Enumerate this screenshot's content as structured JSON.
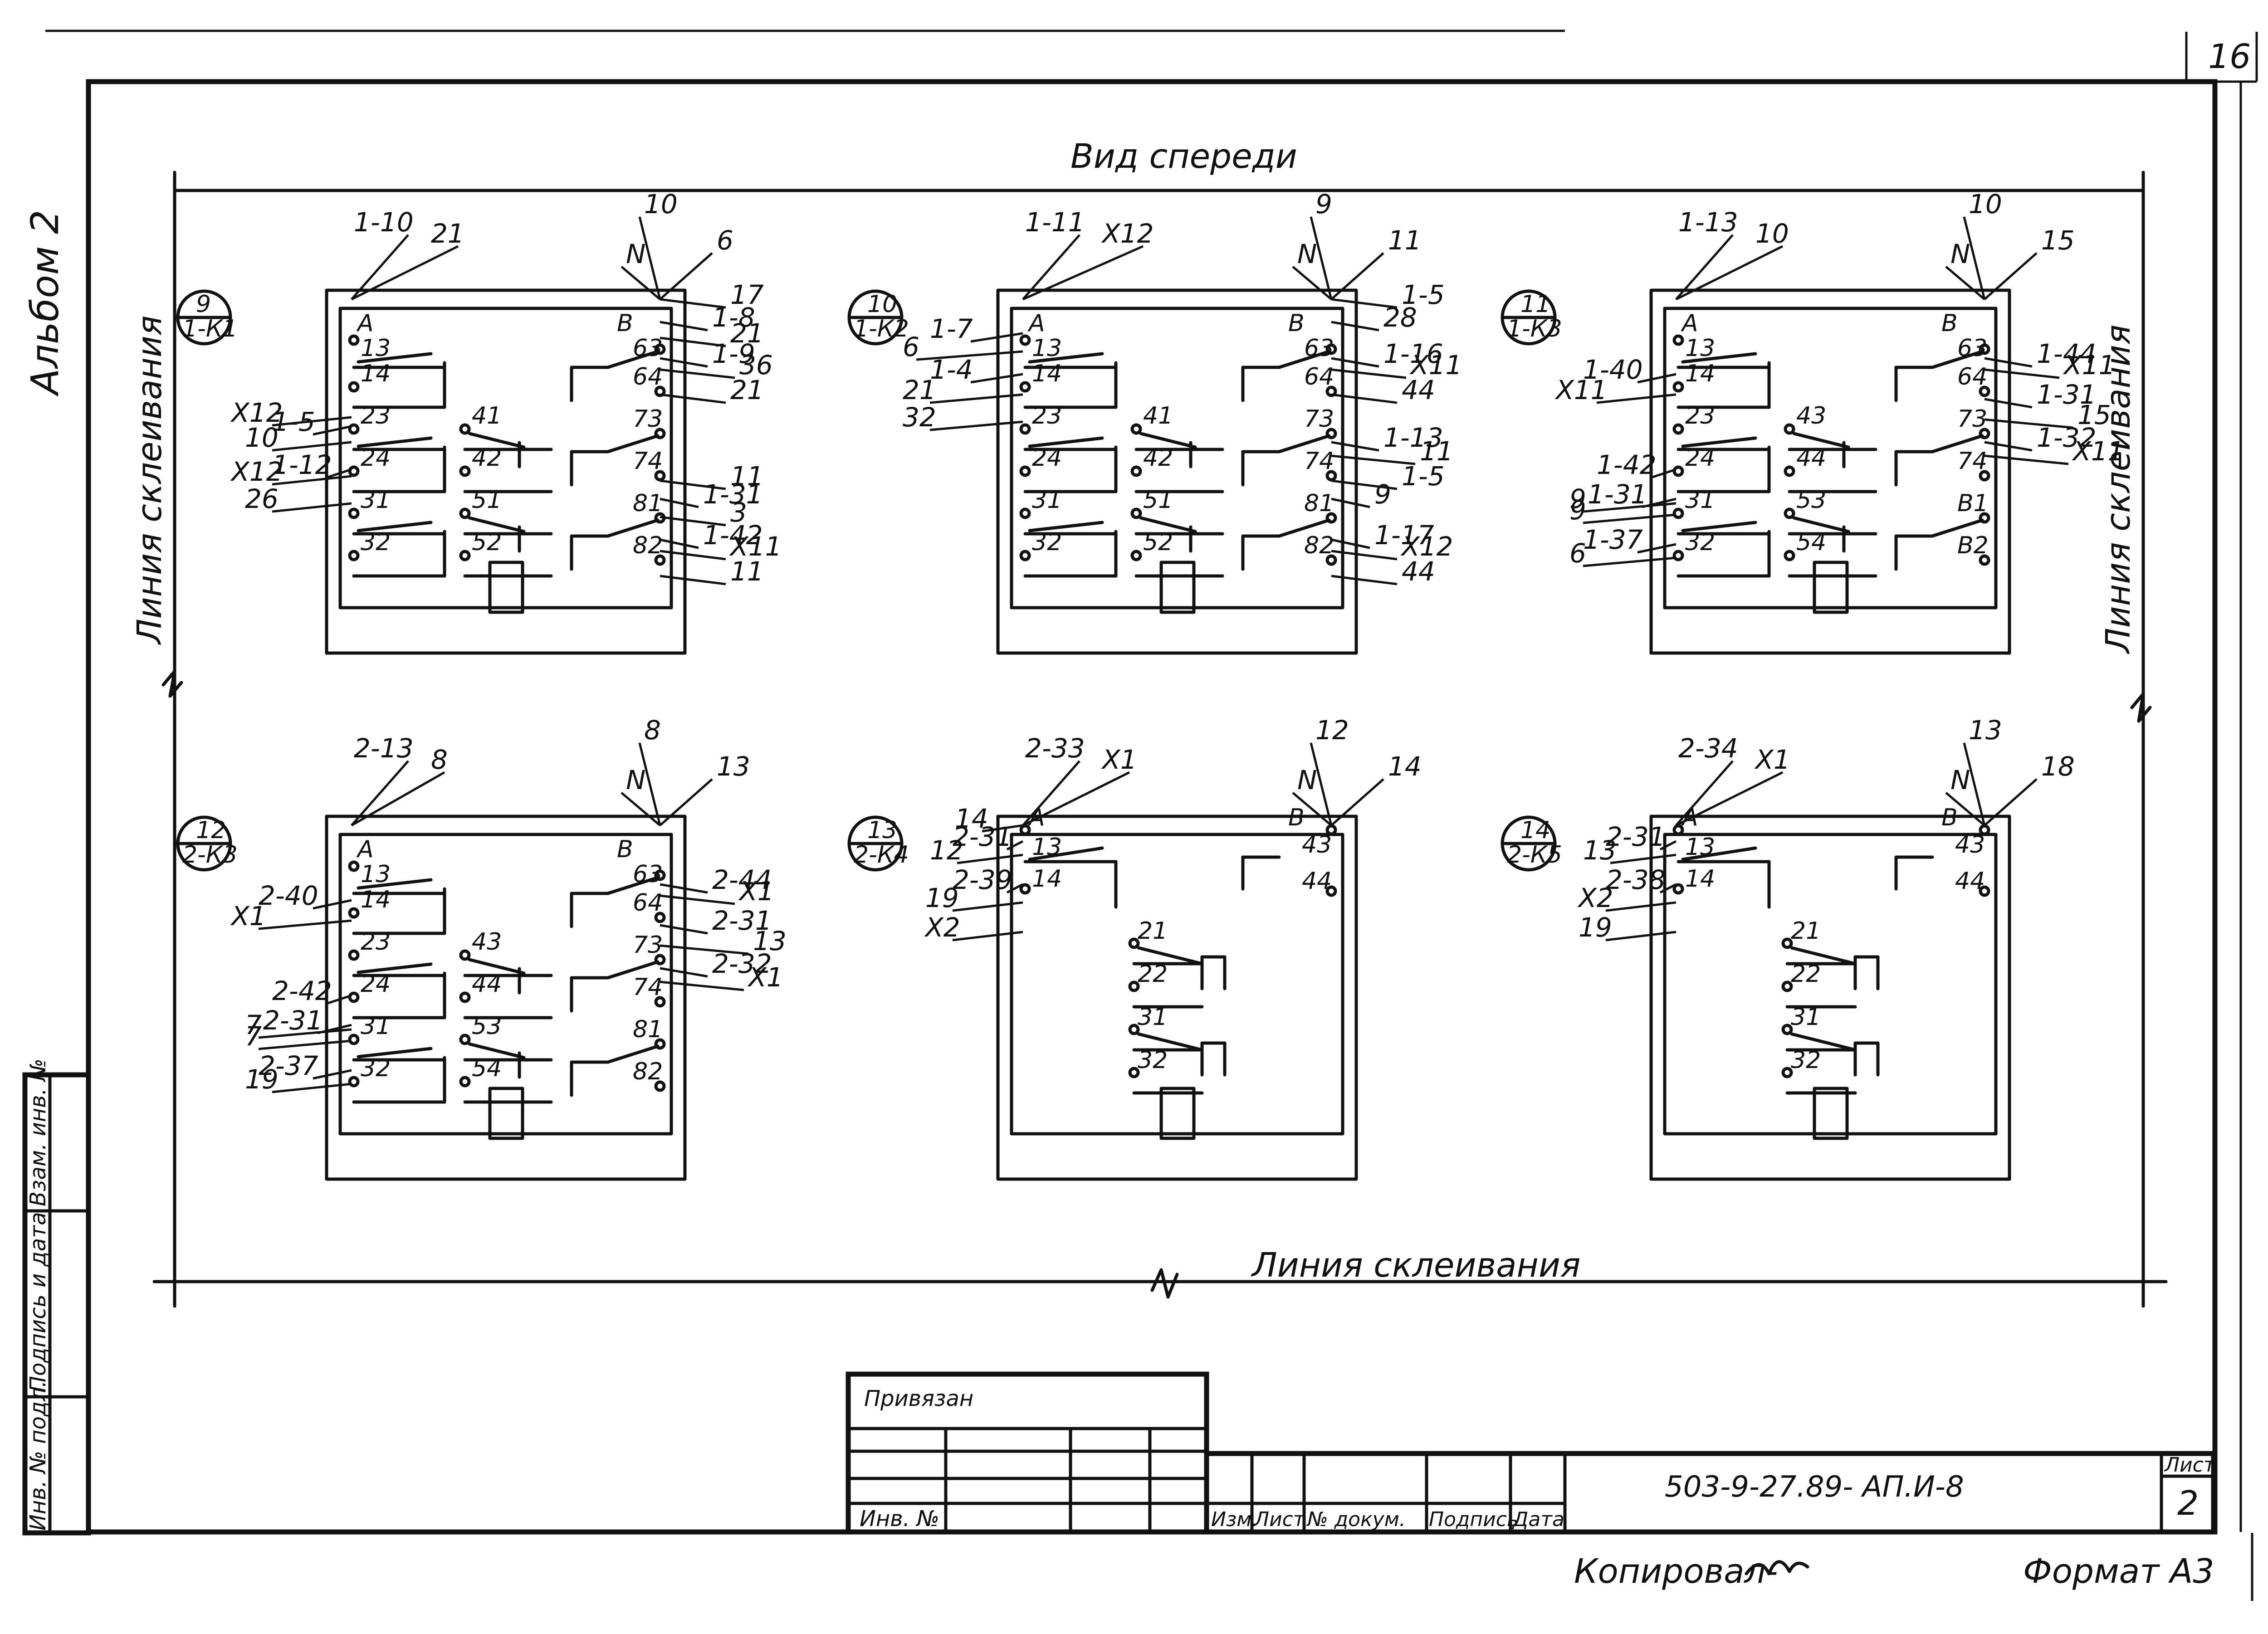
{
  "sheet": {
    "corner_number": "16",
    "album": "Альбом 2",
    "title": "Вид спереди",
    "glue_line_label": "Линия склеивания"
  },
  "relays": [
    {
      "id": "r9",
      "tag_num": "9",
      "tag_ref": "1-К1",
      "col": 0,
      "row": 0,
      "variant": "full",
      "rows_right": [
        [
          "B",
          "63"
        ],
        [
          "64"
        ],
        [
          "73"
        ],
        [
          "74"
        ],
        [
          "81"
        ],
        [
          "82"
        ]
      ],
      "rows_left": [
        [
          "A",
          "13"
        ],
        [
          "14"
        ],
        [
          "23",
          "41"
        ],
        [
          "24",
          "42"
        ],
        [
          "31",
          "51"
        ],
        [
          "32",
          "52"
        ]
      ],
      "left_labels": [
        {
          "text": "1-10",
          "slot": "top1"
        },
        {
          "text": "21",
          "slot": "top2"
        },
        {
          "text": "X12",
          "slot": "l23a"
        },
        {
          "text": "1-5",
          "slot": "l23b"
        },
        {
          "text": "10",
          "slot": "l23c"
        },
        {
          "text": "X12",
          "slot": "l24a"
        },
        {
          "text": "1-12",
          "slot": "l24b"
        },
        {
          "text": "26",
          "slot": "l24c"
        }
      ],
      "right_labels": [
        {
          "text": "10",
          "slot": "rt1"
        },
        {
          "text": "N",
          "slot": "rt2"
        },
        {
          "text": "6",
          "slot": "rt3"
        },
        {
          "text": "17",
          "slot": "r63a"
        },
        {
          "text": "1-8",
          "slot": "r63b"
        },
        {
          "text": "21",
          "slot": "r63c"
        },
        {
          "text": "1-9",
          "slot": "r64a"
        },
        {
          "text": "36",
          "slot": "r64b"
        },
        {
          "text": "21",
          "slot": "r64c"
        },
        {
          "text": "11",
          "slot": "r81a"
        },
        {
          "text": "1-31",
          "slot": "r81b"
        },
        {
          "text": "3",
          "slot": "r81c"
        },
        {
          "text": "1-42",
          "slot": "r82a"
        },
        {
          "text": "X11",
          "slot": "r82b"
        },
        {
          "text": "11",
          "slot": "r82c"
        }
      ]
    },
    {
      "id": "r10",
      "tag_num": "10",
      "tag_ref": "1-К2",
      "col": 1,
      "row": 0,
      "variant": "full",
      "rows_right": [
        [
          "B",
          "63"
        ],
        [
          "64"
        ],
        [
          "73"
        ],
        [
          "74"
        ],
        [
          "81"
        ],
        [
          "82"
        ]
      ],
      "rows_left": [
        [
          "A",
          "13"
        ],
        [
          "14"
        ],
        [
          "23",
          "41"
        ],
        [
          "24",
          "42"
        ],
        [
          "31",
          "51"
        ],
        [
          "32",
          "52"
        ]
      ],
      "left_labels": [
        {
          "text": "1-11",
          "slot": "top1"
        },
        {
          "text": "X12",
          "slot": "top2"
        },
        {
          "text": "1-7",
          "slot": "l13a"
        },
        {
          "text": "6",
          "slot": "l13b"
        },
        {
          "text": "1-4",
          "slot": "l14a"
        },
        {
          "text": "21",
          "slot": "l14b"
        },
        {
          "text": "32",
          "slot": "l14c"
        }
      ],
      "right_labels": [
        {
          "text": "9",
          "slot": "rt1"
        },
        {
          "text": "N",
          "slot": "rt2"
        },
        {
          "text": "11",
          "slot": "rt3"
        },
        {
          "text": "1-5",
          "slot": "r63a"
        },
        {
          "text": "28",
          "slot": "r63b"
        },
        {
          "text": "1-16",
          "slot": "r64a"
        },
        {
          "text": "X11",
          "slot": "r64b"
        },
        {
          "text": "44",
          "slot": "r64c"
        },
        {
          "text": "1-13",
          "slot": "r74a"
        },
        {
          "text": "11",
          "slot": "r74b"
        },
        {
          "text": "1-5",
          "slot": "r81a"
        },
        {
          "text": "9",
          "slot": "r81b"
        },
        {
          "text": "1-17",
          "slot": "r82a"
        },
        {
          "text": "X12",
          "slot": "r82b"
        },
        {
          "text": "44",
          "slot": "r82c"
        }
      ]
    },
    {
      "id": "r11",
      "tag_num": "11",
      "tag_ref": "1-К3",
      "col": 2,
      "row": 0,
      "variant": "full",
      "rows_right": [
        [
          "B",
          "63"
        ],
        [
          "64"
        ],
        [
          "73"
        ],
        [
          "74"
        ],
        [
          "B1"
        ],
        [
          "B2"
        ]
      ],
      "rows_left": [
        [
          "A",
          "13"
        ],
        [
          "14"
        ],
        [
          "23",
          "43"
        ],
        [
          "24",
          "44"
        ],
        [
          "31",
          "53"
        ],
        [
          "32",
          "54"
        ]
      ],
      "left_labels": [
        {
          "text": "1-13",
          "slot": "top1"
        },
        {
          "text": "10",
          "slot": "top2"
        },
        {
          "text": "1-40",
          "slot": "l14a"
        },
        {
          "text": "X11",
          "slot": "l14b"
        },
        {
          "text": "1-42",
          "slot": "l24b"
        },
        {
          "text": "9",
          "slot": "l24c"
        },
        {
          "text": "1-31",
          "slot": "l31a"
        },
        {
          "text": "9",
          "slot": "l31b"
        },
        {
          "text": "1-37",
          "slot": "l32a"
        },
        {
          "text": "6",
          "slot": "l32b"
        }
      ],
      "right_labels": [
        {
          "text": "10",
          "slot": "rt1"
        },
        {
          "text": "N",
          "slot": "rt2"
        },
        {
          "text": "15",
          "slot": "rt3"
        },
        {
          "text": "1-44",
          "slot": "r64a"
        },
        {
          "text": "X11",
          "slot": "r64b"
        },
        {
          "text": "1-31",
          "slot": "r73a"
        },
        {
          "text": "15",
          "slot": "r73b"
        },
        {
          "text": "1-32",
          "slot": "r74a"
        },
        {
          "text": "X11",
          "slot": "r74b"
        }
      ]
    },
    {
      "id": "r12",
      "tag_num": "12",
      "tag_ref": "2-К3",
      "col": 0,
      "row": 1,
      "variant": "full",
      "rows_right": [
        [
          "B",
          "63"
        ],
        [
          "64"
        ],
        [
          "73"
        ],
        [
          "74"
        ],
        [
          "81"
        ],
        [
          "82"
        ]
      ],
      "rows_left": [
        [
          "A",
          "13"
        ],
        [
          "14"
        ],
        [
          "23",
          "43"
        ],
        [
          "24",
          "44"
        ],
        [
          "31",
          "53"
        ],
        [
          "32",
          "54"
        ]
      ],
      "left_labels": [
        {
          "text": "2-13",
          "slot": "top1"
        },
        {
          "text": "8",
          "slot": "top2"
        },
        {
          "text": "2-40",
          "slot": "l14a"
        },
        {
          "text": "X1",
          "slot": "l14b"
        },
        {
          "text": "2-42",
          "slot": "l24b"
        },
        {
          "text": "7",
          "slot": "l24c"
        },
        {
          "text": "2-31",
          "slot": "l31a"
        },
        {
          "text": "7",
          "slot": "l31b"
        },
        {
          "text": "2-37",
          "slot": "l32a"
        },
        {
          "text": "19",
          "slot": "l32b"
        }
      ],
      "right_labels": [
        {
          "text": "8",
          "slot": "rt1"
        },
        {
          "text": "N",
          "slot": "rt2"
        },
        {
          "text": "13",
          "slot": "rt3"
        },
        {
          "text": "2-44",
          "slot": "r64a"
        },
        {
          "text": "X1",
          "slot": "r64b"
        },
        {
          "text": "2-31",
          "slot": "r73a"
        },
        {
          "text": "13",
          "slot": "r73b"
        },
        {
          "text": "2-32",
          "slot": "r74a"
        },
        {
          "text": "X1",
          "slot": "r74b"
        }
      ]
    },
    {
      "id": "r13",
      "tag_num": "13",
      "tag_ref": "2-К4",
      "col": 1,
      "row": 1,
      "variant": "small",
      "rows_right": [
        [
          "B",
          "43"
        ],
        [
          "44"
        ]
      ],
      "rows_left": [
        [
          "A",
          "13"
        ],
        [
          "14"
        ]
      ],
      "rows_mid": [
        [
          "21"
        ],
        [
          "22"
        ],
        [
          "31"
        ],
        [
          "32"
        ]
      ],
      "left_labels": [
        {
          "text": "2-33",
          "slot": "top1"
        },
        {
          "text": "X1",
          "slot": "top2"
        },
        {
          "text": "14",
          "slot": "s13a"
        },
        {
          "text": "2-31",
          "slot": "s13b"
        },
        {
          "text": "12",
          "slot": "s13c"
        },
        {
          "text": "2-39",
          "slot": "s14a"
        },
        {
          "text": "19",
          "slot": "s14b"
        },
        {
          "text": "X2",
          "slot": "s14c"
        }
      ],
      "right_labels": [
        {
          "text": "12",
          "slot": "rt1"
        },
        {
          "text": "N",
          "slot": "rt2"
        },
        {
          "text": "14",
          "slot": "rt3"
        }
      ]
    },
    {
      "id": "r14",
      "tag_num": "14",
      "tag_ref": "2-К5",
      "col": 2,
      "row": 1,
      "variant": "small",
      "rows_right": [
        [
          "B",
          "43"
        ],
        [
          "44"
        ]
      ],
      "rows_left": [
        [
          "A",
          "13"
        ],
        [
          "14"
        ]
      ],
      "rows_mid": [
        [
          "21"
        ],
        [
          "22"
        ],
        [
          "31"
        ],
        [
          "32"
        ]
      ],
      "left_labels": [
        {
          "text": "2-34",
          "slot": "top1"
        },
        {
          "text": "X1",
          "slot": "top2"
        },
        {
          "text": "2-31",
          "slot": "s13b"
        },
        {
          "text": "13",
          "slot": "s13c"
        },
        {
          "text": "2-38",
          "slot": "s14a"
        },
        {
          "text": "X2",
          "slot": "s14b"
        },
        {
          "text": "19",
          "slot": "s14c"
        }
      ],
      "right_labels": [
        {
          "text": "13",
          "slot": "rt1"
        },
        {
          "text": "N",
          "slot": "rt2"
        },
        {
          "text": "18",
          "slot": "rt3"
        }
      ]
    }
  ],
  "title_block": {
    "bound_label": "Привязан",
    "inv_label": "Инв. №",
    "columns": [
      "Изм.",
      "Лист",
      "№ докум.",
      "Подпись",
      "Дата"
    ],
    "doc_code": "503-9-27.89- АП.И-8",
    "sheet_label": "Лист",
    "sheet_number": "2",
    "copied_label": "Копировал-",
    "format_label": "Формат А3"
  },
  "side_stamp": [
    "Инв. № подл.",
    "Подпись и дата",
    "Взам. инв. №"
  ]
}
